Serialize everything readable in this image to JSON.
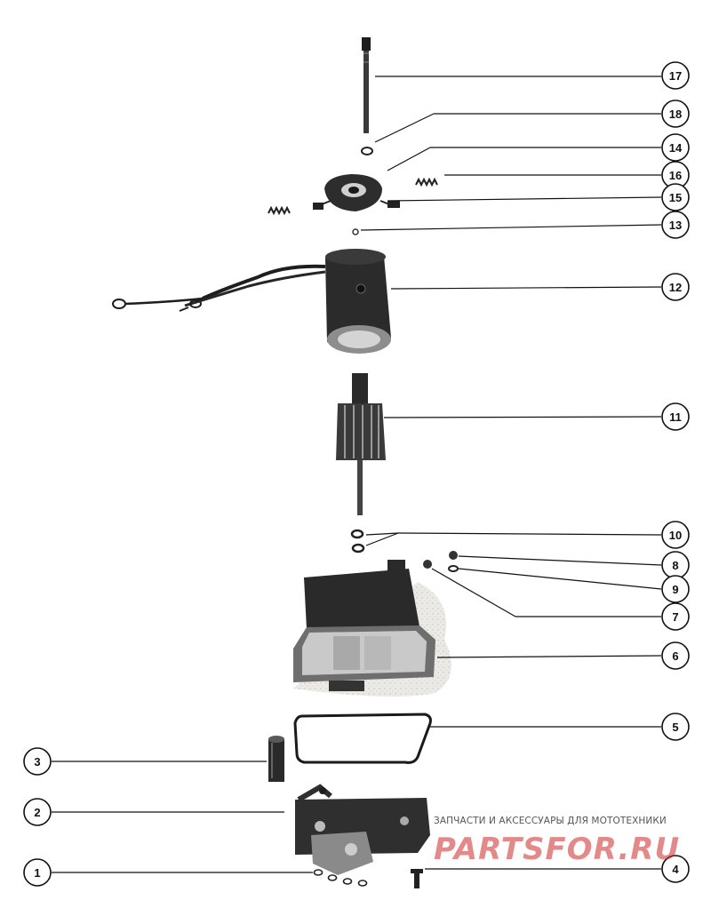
{
  "callouts": [
    {
      "label": "1"
    },
    {
      "label": "2"
    },
    {
      "label": "3"
    },
    {
      "label": "4"
    },
    {
      "label": "5"
    },
    {
      "label": "6"
    },
    {
      "label": "7"
    },
    {
      "label": "8"
    },
    {
      "label": "9"
    },
    {
      "label": "10"
    },
    {
      "label": "11"
    },
    {
      "label": "12"
    },
    {
      "label": "13"
    },
    {
      "label": "14"
    },
    {
      "label": "15"
    },
    {
      "label": "16"
    },
    {
      "label": "17"
    },
    {
      "label": "18"
    }
  ],
  "watermark": {
    "caption": "ЗАПЧАСТИ И АКСЕССУАРЫ ДЛЯ МОТОТЕХНИКИ",
    "logo": "PARTSFOR.RU"
  }
}
